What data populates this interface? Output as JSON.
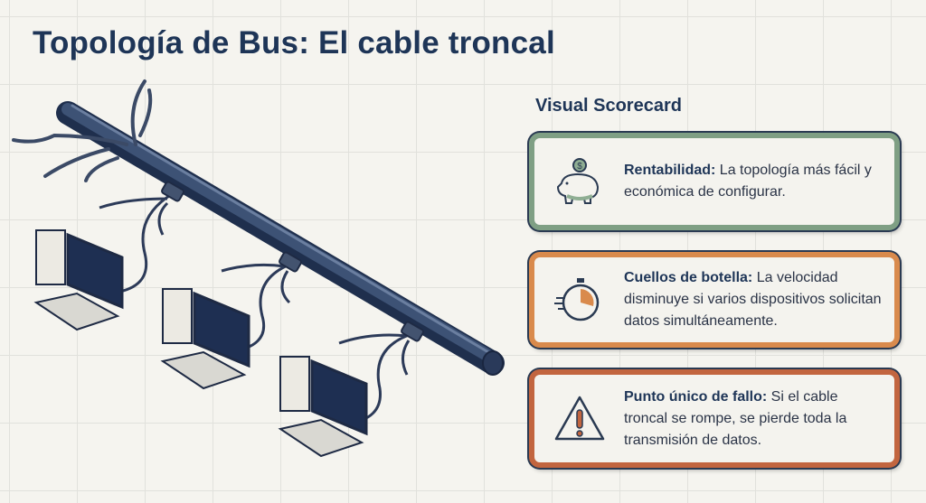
{
  "title": "Topología de Bus: El cable troncal",
  "scorecard": {
    "title": "Visual Scorecard",
    "cards": [
      {
        "label": "Rentabilidad:",
        "text": " La topología más fácil y económica de configurar.",
        "icon": "piggy-bank-icon",
        "color": "#7f9f84"
      },
      {
        "label": "Cuellos de botella:",
        "text": " La velocidad disminuye si varios dispositivos solicitan datos simultáneamente.",
        "icon": "stopwatch-icon",
        "color": "#d98a4c"
      },
      {
        "label": "Punto único de fallo:",
        "text": " Si el cable troncal se rompe, se pierde toda la transmisión de datos.",
        "icon": "warning-icon",
        "color": "#c2653f"
      }
    ]
  }
}
